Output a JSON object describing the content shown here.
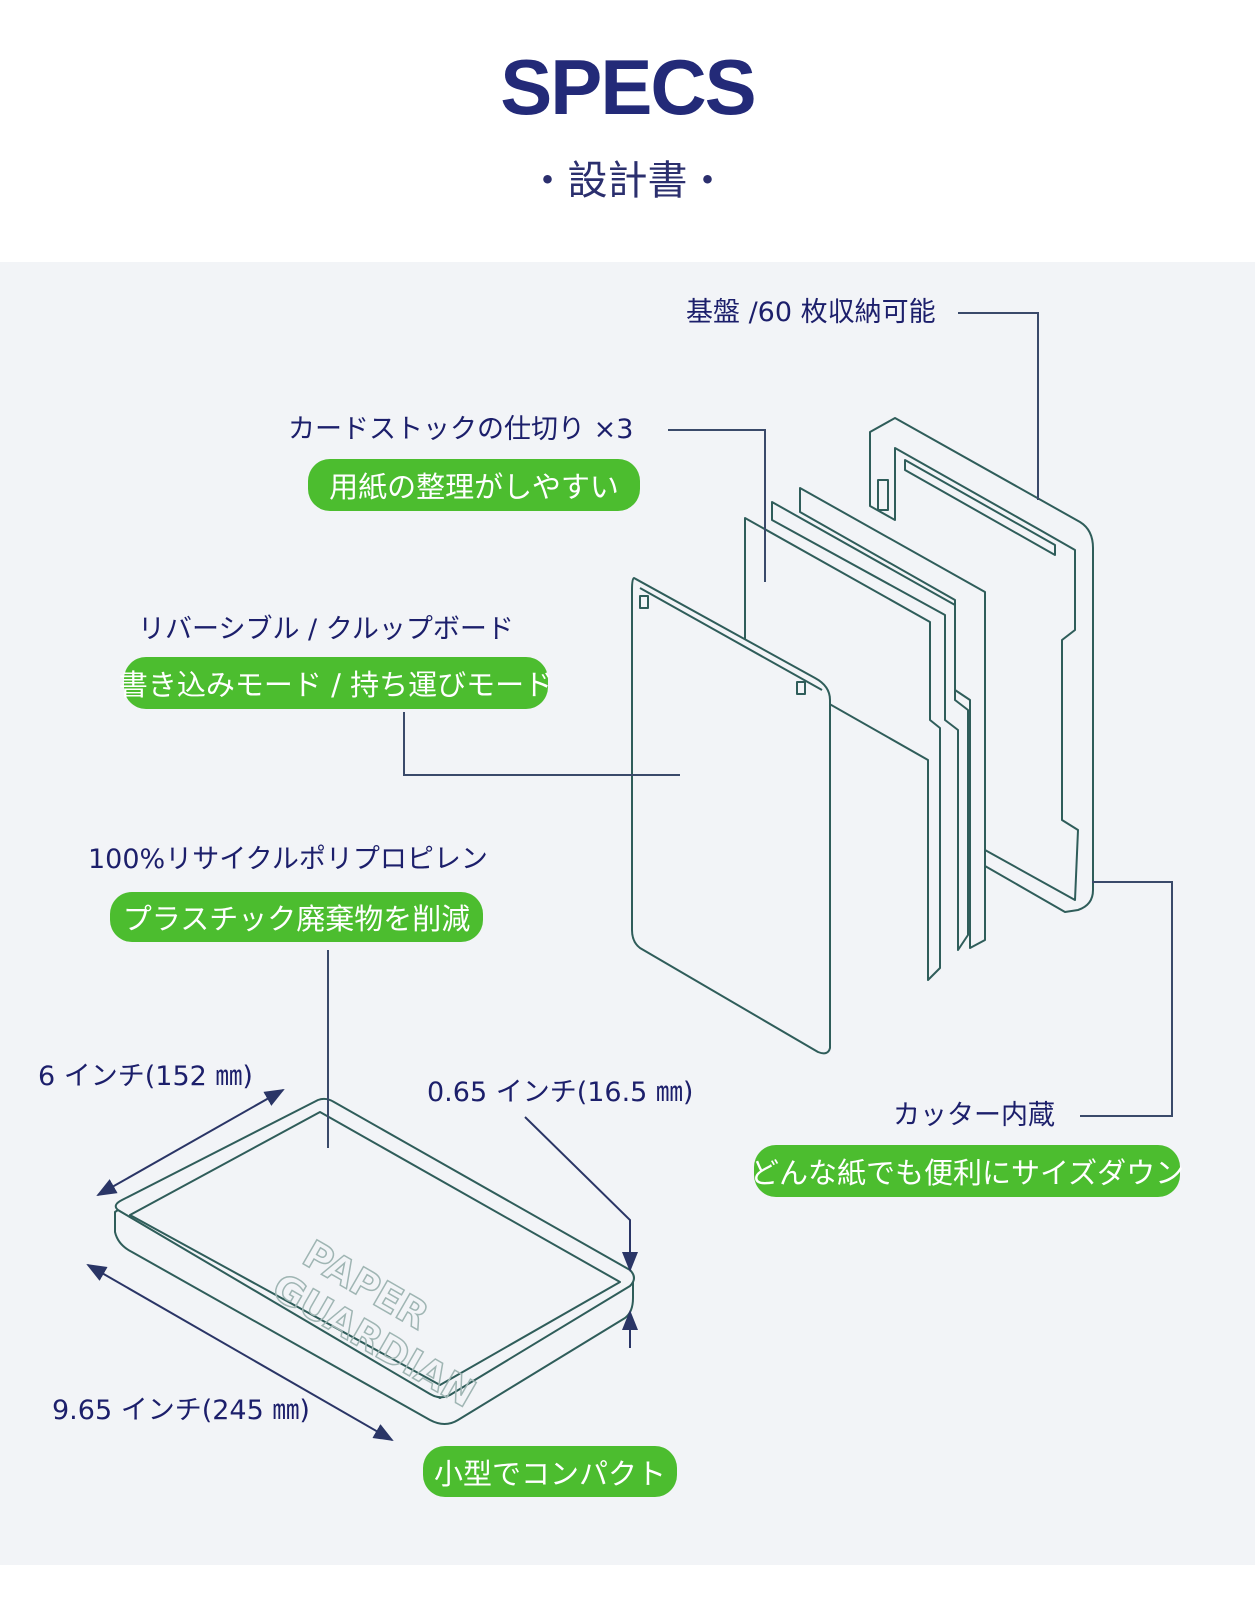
{
  "header": {
    "title": "SPECS",
    "subtitle": "・設計書・"
  },
  "callouts": {
    "base": {
      "label": "基盤 /60 枚収納可能"
    },
    "dividers": {
      "label": "カードストックの仕切り ×3",
      "benefit": "用紙の整理がしやすい"
    },
    "clipboard": {
      "label": "リバーシブル / クルップボード",
      "benefit": "書き込みモード / 持ち運びモード"
    },
    "material": {
      "label": "100%リサイクルポリプロピレン",
      "benefit": "プラスチック廃棄物を削減"
    },
    "cutter": {
      "label": "カッター内蔵",
      "benefit": "どんな紙でも便利にサイズダウン"
    }
  },
  "dimensions": {
    "width": "6 インチ(152 ㎜)",
    "thickness": "0.65 インチ(16.5 ㎜)",
    "length": "9.65 インチ(245 ㎜)",
    "benefit": "小型でコンパクト"
  },
  "product": {
    "logo_text": "PAPER GUARDIAN"
  },
  "colors": {
    "title": "#232a78",
    "text": "#1c1f6b",
    "accent": "#4cbd2f",
    "background": "#f2f4f7",
    "drawing": "#2f5d5a"
  }
}
